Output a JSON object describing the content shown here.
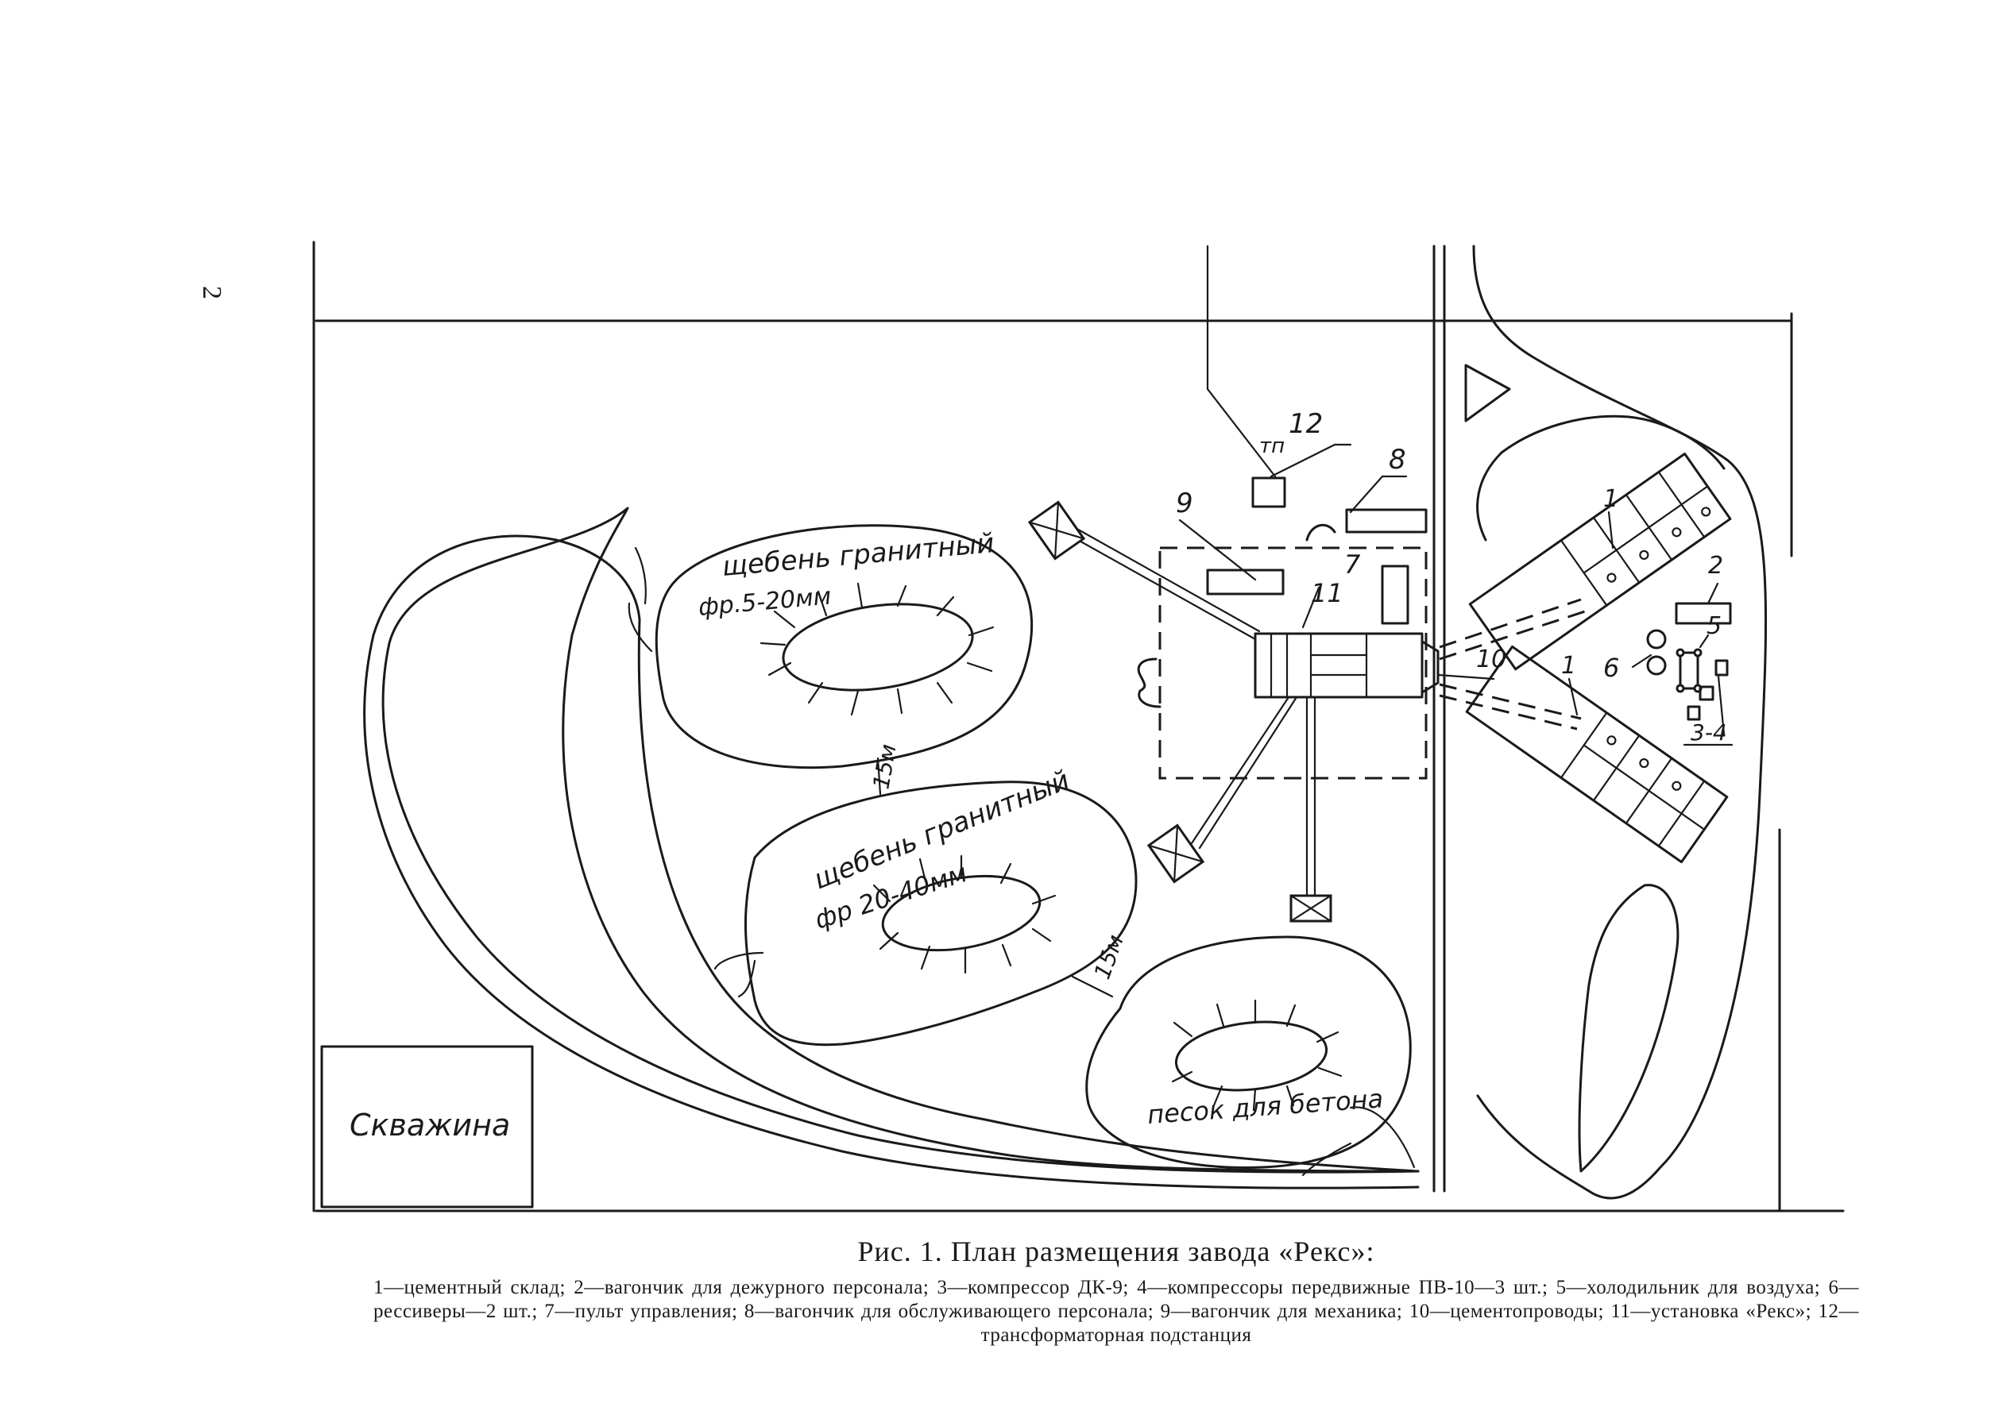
{
  "page_number": "2",
  "labels": {
    "well": "Скважина",
    "pile1_line1": "щебень гранитный",
    "pile1_line2": "фр.5-20мм",
    "pile2_line1": "щебень гранитный",
    "pile2_line2": "фр 20-40мм",
    "pile3": "песок для бетона",
    "dist_top": "15м",
    "dist_bottom": "15м",
    "tp": "тп"
  },
  "numbers": {
    "n1_top": "1",
    "n1_bottom": "1",
    "n2": "2",
    "n5": "5",
    "n6": "6",
    "n7": "7",
    "n8": "8",
    "n9": "9",
    "n10": "10",
    "n11": "11",
    "n12": "12",
    "n34": "3-4"
  },
  "caption": {
    "title": "Рис. 1. План размещения завода «Рекс»:",
    "legend": "1—цементный склад; 2—вагончик для дежурного персонала; 3—компрессор ДК-9; 4—компрессоры передвижные ПВ-10—3 шт.; 5—холодильник для воздуха; 6—рессиверы—2 шт.; 7—пульт управления; 8—вагончик для обслуживающего персонала; 9—вагончик для механика; 10—цементопроводы; 11—установка «Рекс»; 12— трансформаторная подстанция"
  },
  "colors": {
    "ink": "#1a1a1a",
    "paper": "#ffffff"
  }
}
